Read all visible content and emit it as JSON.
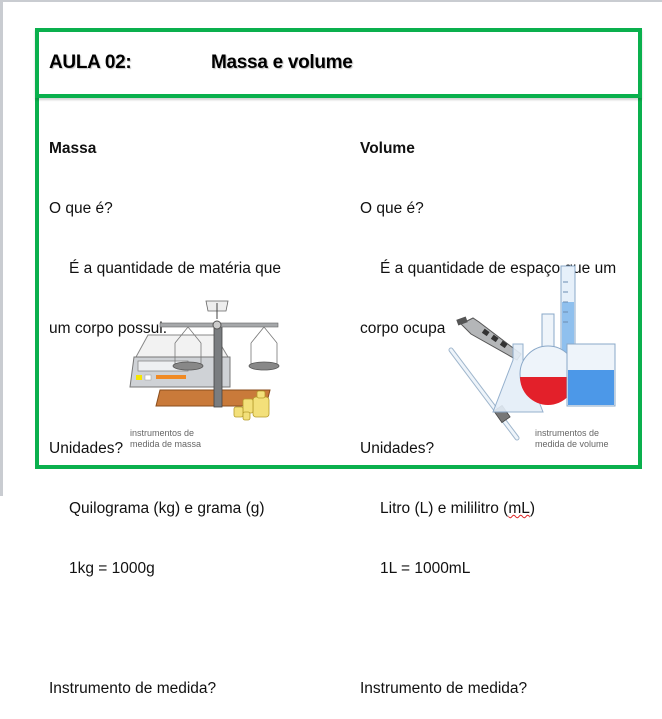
{
  "header": {
    "lesson": "AULA 02:",
    "title": "Massa e volume"
  },
  "massa": {
    "heading": "Massa",
    "question1": "O que é?",
    "answer1_line1": "É a quantidade de matéria que",
    "answer1_line2": "um corpo possui.",
    "question2": "Unidades?",
    "units": "Quilograma (kg) e grama (g)",
    "conversion": "1kg = 1000g",
    "question3": "Instrumento de medida?",
    "image_caption_line1": "instrumentos de",
    "image_caption_line2": "medida de massa"
  },
  "volume": {
    "heading": "Volume",
    "question1": "O que é?",
    "answer1_line1": "É a quantidade de espaço que um",
    "answer1_line2": "corpo ocupa",
    "question2": "Unidades?",
    "units_pre": "Litro (L) e mililitro (",
    "units_flagged": "mL",
    "units_post": ")",
    "conversion": "1L = 1000mL",
    "question3": "Instrumento de medida?",
    "image_caption_line1": "instrumentos de",
    "image_caption_line2": "medida de volume"
  },
  "colors": {
    "border_green": "#0ab04d",
    "liquid_red": "#e3202a",
    "liquid_blue": "#3a8ee6",
    "wood": "#c97a3a"
  }
}
